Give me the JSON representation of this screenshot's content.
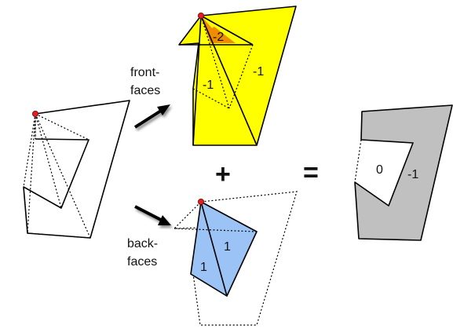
{
  "labels": {
    "front_faces_line1": "front-",
    "front_faces_line2": "faces",
    "back_faces_line1": "back-",
    "back_faces_line2": "faces"
  },
  "operators": {
    "plus": "+",
    "equals": "="
  },
  "winding_numbers": {
    "front_overlap": "-2",
    "front_left": "-1",
    "front_right": "-1",
    "back_left": "1",
    "back_right": "1",
    "result_inner": "0",
    "result_outer": "-1"
  },
  "colors": {
    "front_face_fill": "#FFFF00",
    "front_overlap_fill": "#F08C00",
    "back_face_fill": "#9CC3F5",
    "result_fill": "#C0C0C0",
    "fan_vertex": "#E02020",
    "arrow": "#000000"
  }
}
